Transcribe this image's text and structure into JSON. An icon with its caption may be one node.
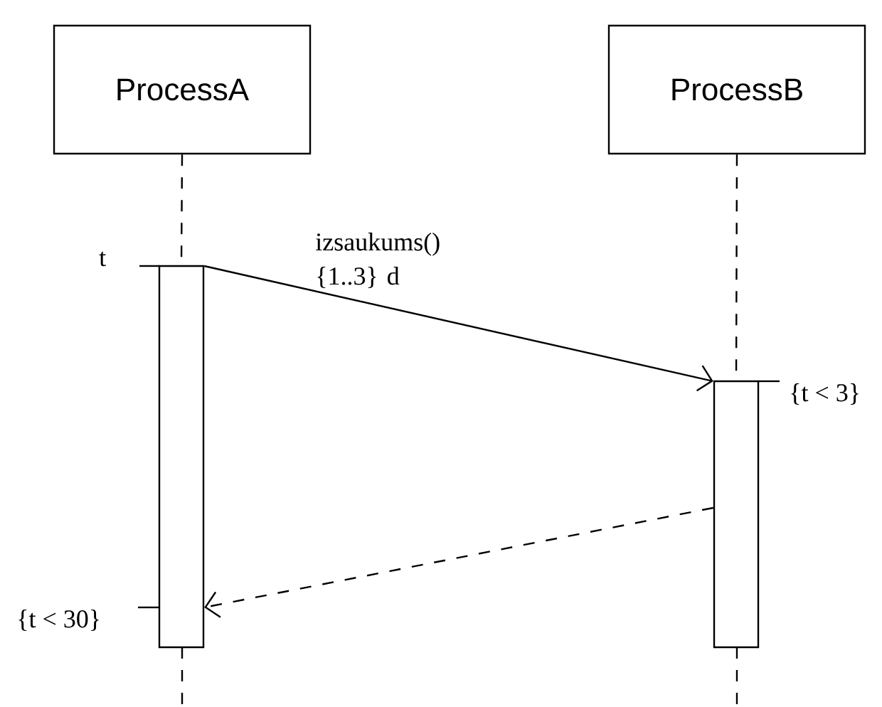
{
  "diagram": {
    "nodes": [
      {
        "text": [
          "ProcessA"
        ]
      },
      {
        "text": [
          "ProcessB"
        ]
      },
      {
        "text": [],
        "shape": "bar"
      },
      {
        "text": [],
        "shape": "bar"
      }
    ],
    "edges": [
      {
        "from": 0,
        "to": 2,
        "arrow": "none",
        "style": "dashed"
      },
      {
        "from": 1,
        "to": 3,
        "arrow": "none",
        "style": "dashed"
      },
      {
        "from": 2,
        "to": 3,
        "arrow": "to",
        "label": "izsaukums() {1..3} d"
      },
      {
        "from": 3,
        "to": 2,
        "arrow": "to",
        "style": "dashed"
      }
    ],
    "labels": [
      "t",
      "{t < 3}",
      "{t < 30}"
    ]
  }
}
